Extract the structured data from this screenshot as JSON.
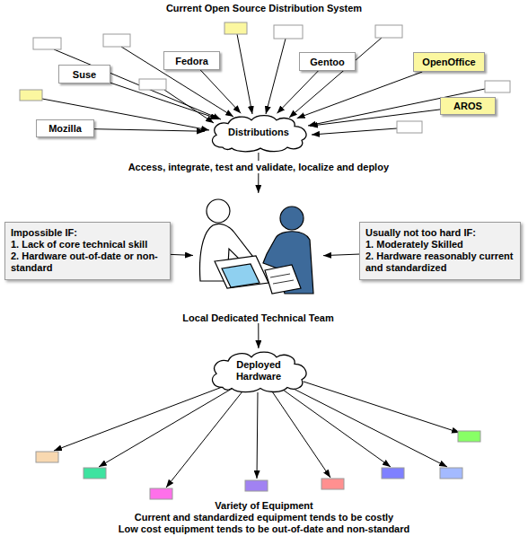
{
  "diagram": {
    "title": "Current Open Source Distribution System",
    "nodes": [
      {
        "text": [
          "Suse"
        ]
      },
      {
        "text": [
          "Fedora"
        ]
      },
      {
        "text": [
          "Gentoo"
        ]
      },
      {
        "text": [
          "OpenOffice"
        ]
      },
      {
        "text": [
          "AROS"
        ]
      },
      {
        "text": [
          "Mozilla"
        ]
      },
      {
        "text": [
          "Distributions"
        ]
      },
      {
        "text": [
          "Impossible IF:",
          "1. Lack of core technical skill",
          "2. Hardware out-of-date or non-standard"
        ]
      },
      {
        "text": [
          "Usually not too hard IF:",
          "1. Moderately Skilled",
          "2. Hardware reasonably current and standardized"
        ]
      },
      {
        "text": [
          "Local Dedicated Technical Team"
        ]
      },
      {
        "text": [
          "Deployed Hardware"
        ]
      }
    ],
    "edges": [
      {
        "from": 0,
        "to": 6,
        "arrow": "to"
      },
      {
        "from": 1,
        "to": 6,
        "arrow": "to"
      },
      {
        "from": 2,
        "to": 6,
        "arrow": "to"
      },
      {
        "from": 3,
        "to": 6,
        "arrow": "to"
      },
      {
        "from": 4,
        "to": 6,
        "arrow": "to"
      },
      {
        "from": 5,
        "to": 6,
        "arrow": "to"
      },
      {
        "from": 6,
        "to": 9,
        "label": "Access, integrate, test and validate, localize and deploy",
        "arrow": "to"
      },
      {
        "from": 7,
        "to": 9,
        "arrow": "to"
      },
      {
        "from": 8,
        "to": 9,
        "arrow": "to"
      },
      {
        "from": 9,
        "to": 10,
        "arrow": "to"
      }
    ],
    "labels": [
      "Variety of Equipment",
      "Current and standardized equipment tends to be costly",
      "Low cost equipment tends to be out-of-date and non-standard"
    ]
  }
}
